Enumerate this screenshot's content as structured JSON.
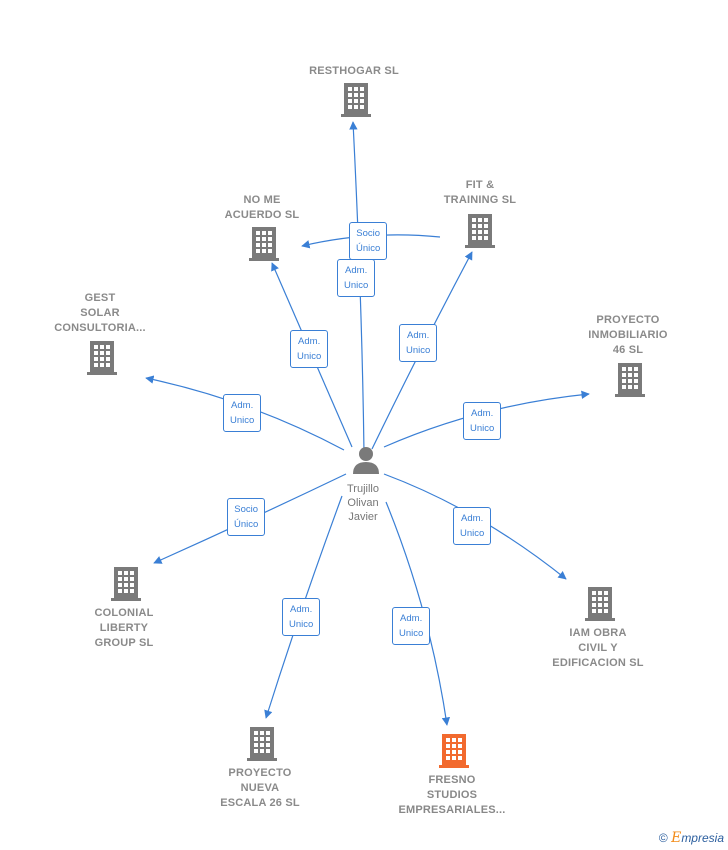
{
  "person": {
    "name": "Trujillo\nOlivan\nJavier"
  },
  "companies": [
    {
      "id": "resthogar",
      "name": "RESTHOGAR SL",
      "highlight": false
    },
    {
      "id": "nome",
      "name": "NO ME\nACUERDO  SL",
      "highlight": false
    },
    {
      "id": "fit",
      "name": "FIT &\nTRAINING  SL",
      "highlight": false
    },
    {
      "id": "gest",
      "name": "GEST\nSOLAR\nCONSULTORIA...",
      "highlight": false
    },
    {
      "id": "proy46",
      "name": "PROYECTO\nINMOBILIARIO\n46  SL",
      "highlight": false
    },
    {
      "id": "colonial",
      "name": "COLONIAL\nLIBERTY\nGROUP SL",
      "highlight": false
    },
    {
      "id": "iam",
      "name": "IAM OBRA\nCIVIL Y\nEDIFICACION SL",
      "highlight": false
    },
    {
      "id": "escala",
      "name": "PROYECTO\nNUEVA\nESCALA 26  SL",
      "highlight": false
    },
    {
      "id": "fresno",
      "name": "FRESNO\nSTUDIOS\nEMPRESARIALES...",
      "highlight": true
    }
  ],
  "edges": [
    {
      "to": "resthogar",
      "label": "Adm.\nUnico"
    },
    {
      "to": "nome",
      "label": "Socio\nÚnico"
    },
    {
      "to": "nome",
      "label": "Adm.\nUnico"
    },
    {
      "to": "fit",
      "label": "Adm.\nUnico"
    },
    {
      "to": "gest",
      "label": "Adm.\nUnico"
    },
    {
      "to": "proy46",
      "label": "Adm.\nUnico"
    },
    {
      "to": "colonial",
      "label": "Socio\nÚnico"
    },
    {
      "to": "iam",
      "label": "Adm.\nUnico"
    },
    {
      "to": "escala",
      "label": "Adm.\nUnico"
    },
    {
      "to": "fresno",
      "label": "Adm.\nUnico"
    }
  ],
  "colors": {
    "edge": "#3a7fd5",
    "building": "#7a7a7a",
    "highlight": "#f26a2e",
    "person": "#7a7a7a"
  },
  "footer": {
    "copyright": "©",
    "brand_initial": "E",
    "brand_rest": "mpresia"
  }
}
